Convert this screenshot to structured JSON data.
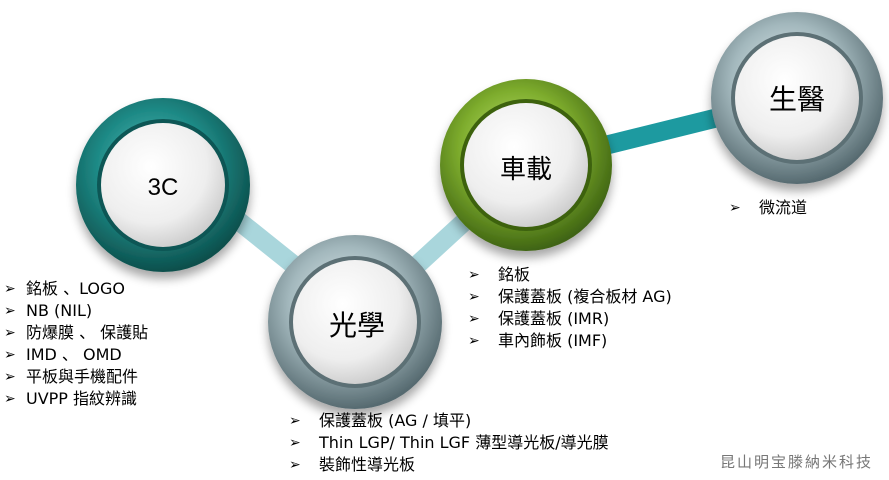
{
  "nodes": [
    {
      "id": "3c",
      "label": "3C",
      "ring": "teal"
    },
    {
      "id": "optics",
      "label": "光學",
      "ring": "gray"
    },
    {
      "id": "auto",
      "label": "車載",
      "ring": "green"
    },
    {
      "id": "bio",
      "label": "生醫",
      "ring": "gray"
    }
  ],
  "lists": {
    "3c": [
      "銘板 、LOGO",
      "NB (NIL)",
      "防爆膜 、 保護貼",
      "IMD 、 OMD",
      "平板與手機配件",
      "UVPP 指紋辨識"
    ],
    "optics": [
      "保護蓋板 (AG / 填平)",
      "Thin LGP/ Thin LGF 薄型導光板/導光膜",
      "裝飾性導光板"
    ],
    "auto": [
      "銘板",
      "保護蓋板 (複合板材 AG)",
      "保護蓋板 (IMR)",
      "車內飾板 (IMF)"
    ],
    "bio": [
      "微流道"
    ]
  },
  "bullet_glyph": "➢",
  "company": "昆山明宝滕納米科技",
  "colors": {
    "teal": "#1e8a86",
    "green": "#7fae2e",
    "gray": "#8fa7ad",
    "connector_light": "#a9d6dc",
    "connector_dark": "#1d9aa0"
  }
}
